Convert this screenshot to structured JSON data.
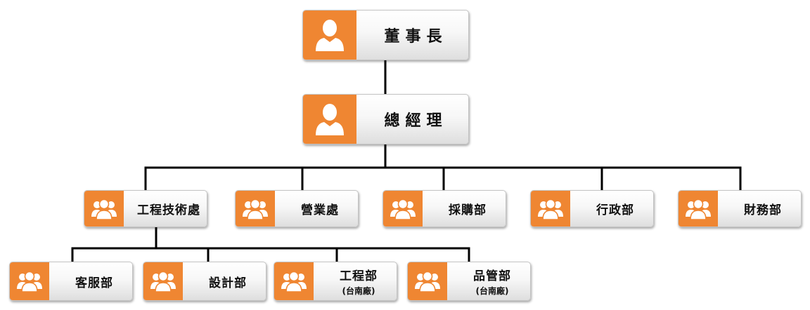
{
  "nodes": {
    "chairman": {
      "label": "董事長",
      "icon": "person-icon"
    },
    "gm": {
      "label": "總經理",
      "icon": "person-icon"
    },
    "eng_tech": {
      "label": "工程技術處",
      "icon": "group-icon"
    },
    "sales": {
      "label": "營業處",
      "icon": "group-icon"
    },
    "purchasing": {
      "label": "採購部",
      "icon": "group-icon"
    },
    "admin": {
      "label": "行政部",
      "icon": "group-icon"
    },
    "finance": {
      "label": "財務部",
      "icon": "group-icon"
    },
    "customer_service": {
      "label": "客服部",
      "icon": "group-icon"
    },
    "design": {
      "label": "設計部",
      "icon": "group-icon"
    },
    "engineering_tainan": {
      "label": "工程部",
      "sublabel": "(台南廠)",
      "icon": "group-icon"
    },
    "qc_tainan": {
      "label": "品管部",
      "sublabel": "(台南廠)",
      "icon": "group-icon"
    }
  },
  "colors": {
    "accent": "#ef8632",
    "connector": "#000000"
  }
}
